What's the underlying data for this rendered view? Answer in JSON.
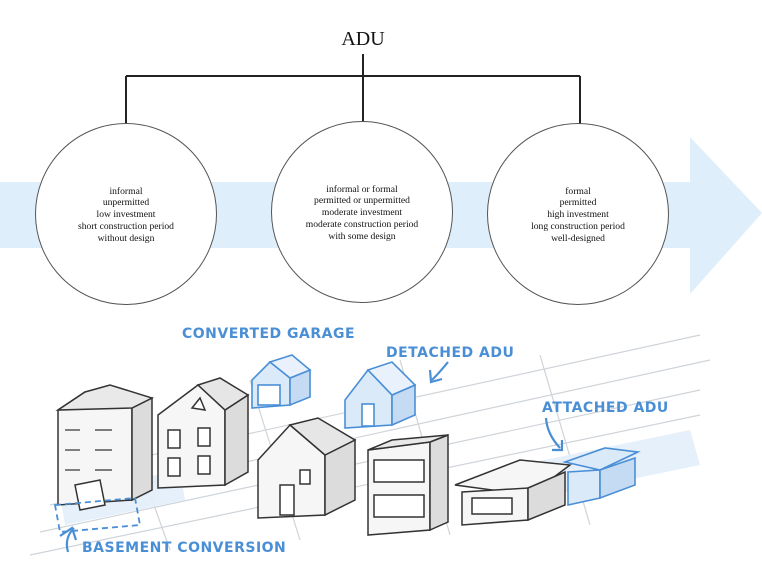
{
  "diagram": {
    "root": "ADU",
    "categories": [
      {
        "lines": [
          "informal",
          "unpermitted",
          "low investment",
          "short construction period",
          "without design"
        ]
      },
      {
        "lines": [
          "informal or formal",
          "permitted or unpermitted",
          "moderate investment",
          "moderate construction period",
          "with some design"
        ]
      },
      {
        "lines": [
          "formal",
          "permitted",
          "high investment",
          "long construction period",
          "well-designed"
        ]
      }
    ],
    "arrow_color": "#dcedf9"
  },
  "illustration": {
    "labels": {
      "converted_garage": "CONVERTED GARAGE",
      "detached_adu": "DETACHED ADU",
      "attached_adu": "ATTACHED ADU",
      "basement_conversion": "BASEMENT CONVERSION"
    },
    "accent_color": "#4a8fd6"
  }
}
